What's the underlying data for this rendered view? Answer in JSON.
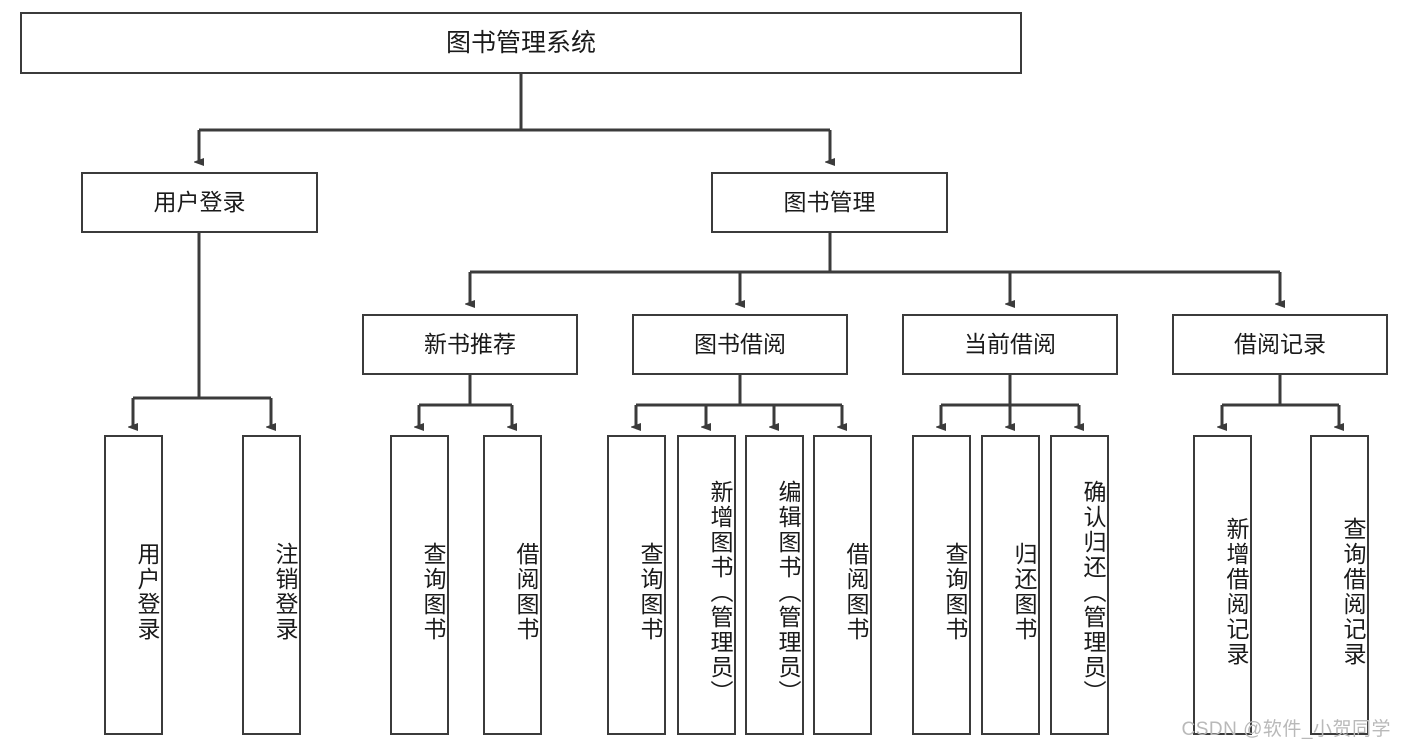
{
  "diagram": {
    "type": "tree-hierarchy-diagram",
    "title": "图书管理系统",
    "watermark": "CSDN @软件_小贺同学",
    "colors": {
      "box_border": "#3b3b3b",
      "box_fill": "#ffffff",
      "connector": "#3b3b3b",
      "text": "#1a1a1a",
      "watermark": "#b9b9b9",
      "background": "#ffffff"
    },
    "root": {
      "label": "图书管理系统"
    },
    "level2": [
      {
        "label": "用户登录"
      },
      {
        "label": "图书管理"
      }
    ],
    "level3": [
      {
        "label": "新书推荐"
      },
      {
        "label": "图书借阅"
      },
      {
        "label": "当前借阅"
      },
      {
        "label": "借阅记录"
      }
    ],
    "leaves": {
      "user_login": [
        {
          "label": "用户登录"
        },
        {
          "label": "注销登录"
        }
      ],
      "new_book_recommend": [
        {
          "label": "查询图书"
        },
        {
          "label": "借阅图书"
        }
      ],
      "book_borrow": [
        {
          "label": "查询图书"
        },
        {
          "label": "新增图书（管理员）"
        },
        {
          "label": "编辑图书（管理员）"
        },
        {
          "label": "借阅图书"
        }
      ],
      "current_borrow": [
        {
          "label": "查询图书"
        },
        {
          "label": "归还图书"
        },
        {
          "label": "确认归还（管理员）"
        }
      ],
      "borrow_record": [
        {
          "label": "新增借阅记录"
        },
        {
          "label": "查询借阅记录"
        }
      ]
    }
  }
}
